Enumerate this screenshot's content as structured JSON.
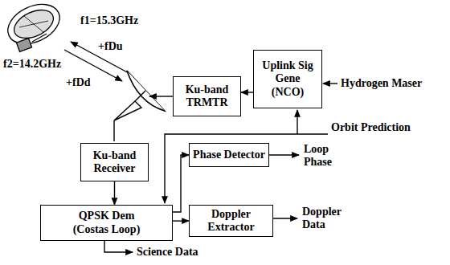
{
  "diagram": {
    "nodes": [
      {
        "text": [
          "Ku-band TRMTR"
        ]
      },
      {
        "text": [
          "Uplink Sig Gene (NCO)"
        ]
      },
      {
        "text": [
          "Ku-band Receiver"
        ]
      },
      {
        "text": [
          "Phase Detector"
        ]
      },
      {
        "text": [
          "QPSK Dem (Costas Loop)"
        ]
      },
      {
        "text": [
          "Doppler Extractor"
        ]
      }
    ],
    "edges": [
      {
        "from": 1,
        "to": 0,
        "arrow": "to"
      },
      {
        "from": 2,
        "to": 4,
        "arrow": "to"
      },
      {
        "from": 4,
        "to": 3,
        "arrow": "to"
      },
      {
        "from": 4,
        "to": 5,
        "arrow": "to"
      }
    ],
    "labels": [
      "f1=15.3GHz",
      "f2=14.2GHz",
      "+fDu",
      "+fDd",
      "Hydrogen Maser",
      "Orbit Prediction",
      "Loop Phase",
      "Doppler Data",
      "Science Data"
    ]
  }
}
